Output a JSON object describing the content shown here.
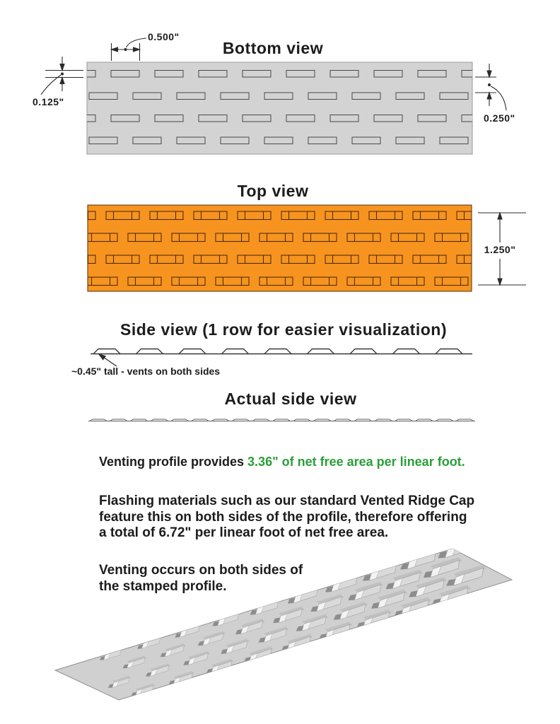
{
  "colors": {
    "text": "#1c1c1c",
    "green": "#2a9e38",
    "orange": "#f79420",
    "orange_outline": "#52300a",
    "panel_gray": "#d3d3d3",
    "panel_gray_outline": "#9b9b9b",
    "slot_outline": "#4a4a4a",
    "dim_line": "#2b2b2b",
    "profile_line": "#383838",
    "metal_plate": "#d0d0d0",
    "metal_mid": "#dadada",
    "metal_light": "#f3f3f3",
    "metal_recess": "#c0c0c0",
    "metal_opening": "#8d8d8d",
    "metal_edge": "#8f8f8f"
  },
  "sections": {
    "bottom_view": {
      "title": "Bottom view"
    },
    "top_view": {
      "title": "Top view"
    },
    "side_view": {
      "title": "Side view (1 row for easier visualization)",
      "note": "~0.45\" tall - vents on both sides"
    },
    "actual_side_view": {
      "title": "Actual side view"
    }
  },
  "dimensions": {
    "slot_length": "0.500\"",
    "slot_height": "0.125\"",
    "row_spacing": "0.250\"",
    "profile_width": "1.250\""
  },
  "notes": {
    "net_free_area_prefix": "Venting profile provides ",
    "net_free_area_highlight": "3.36\" of net free area per linear foot.",
    "flashing_lines": [
      "Flashing materials such as our standard Vented Ridge Cap",
      "feature this on both sides of the profile, therefore offering",
      "a total of 6.72\" per linear foot of net free area."
    ],
    "stamped_lines": [
      "Venting occurs on both sides of",
      "the stamped profile."
    ]
  }
}
